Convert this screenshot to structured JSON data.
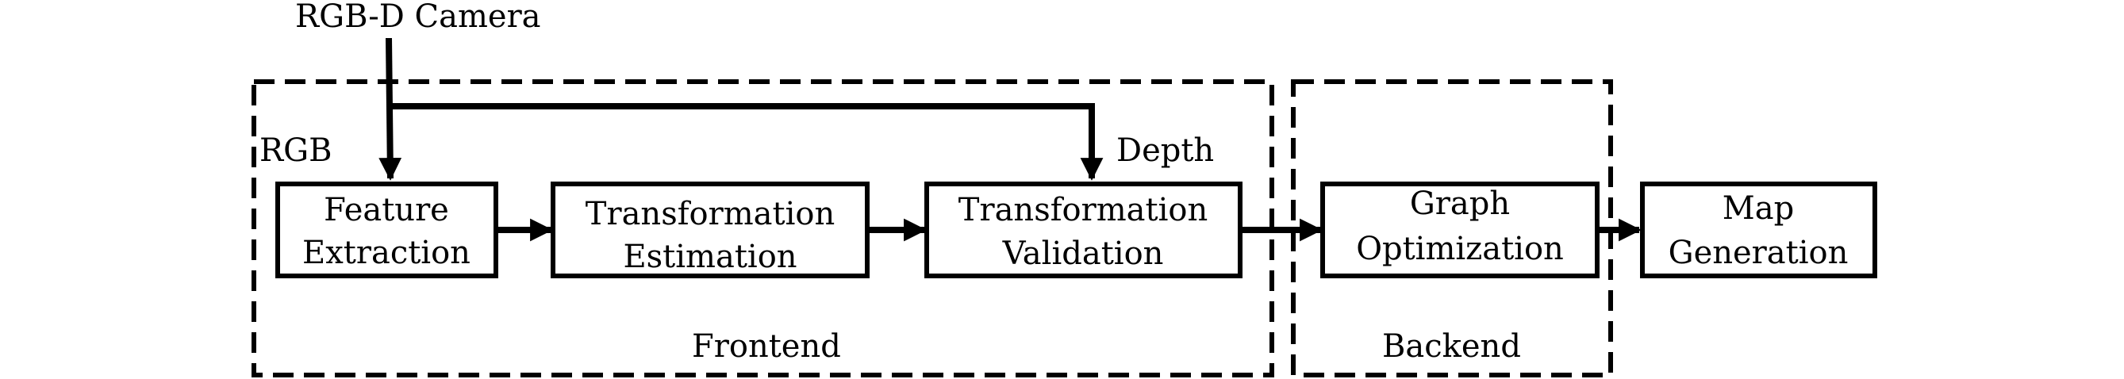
{
  "input": {
    "source_label": "RGB-D Camera",
    "rgb_label": "RGB",
    "depth_label": "Depth"
  },
  "regions": {
    "frontend": "Frontend",
    "backend": "Backend"
  },
  "blocks": {
    "feature_extraction": [
      "Feature",
      "Extraction"
    ],
    "transformation_estimation": [
      "Transformation",
      "Estimation"
    ],
    "transformation_validation": [
      "Transformation",
      "Validation"
    ],
    "graph_optimization": [
      "Graph",
      "Optimization"
    ],
    "map_generation": [
      "Map",
      "Generation"
    ]
  }
}
